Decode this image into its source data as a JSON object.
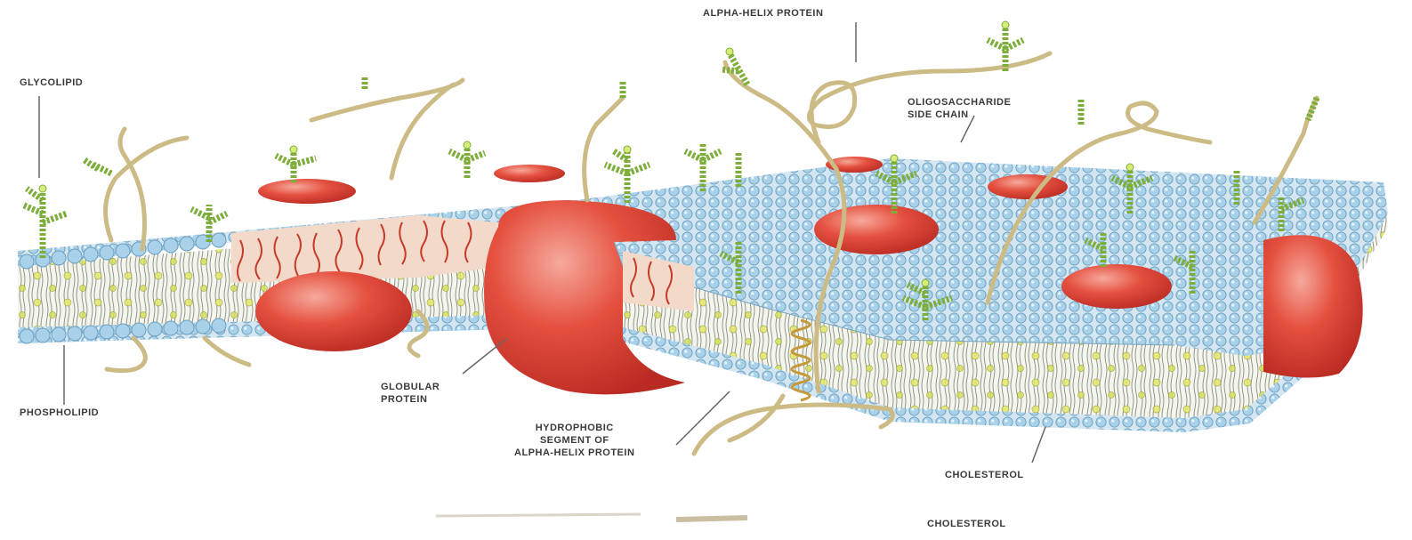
{
  "labels": {
    "glycolipid": "GLYCOLIPID",
    "phospholipid": "PHOSPHOLIPID",
    "alpha_helix_protein": "ALPHA-HELIX PROTEIN",
    "oligosaccharide_line1": "OLIGOSACCHARIDE",
    "oligosaccharide_line2": "SIDE CHAIN",
    "globular_line1": "GLOBULAR",
    "globular_line2": "PROTEIN",
    "hydrophobic_line1": "HYDROPHOBIC",
    "hydrophobic_line2": "SEGMENT OF",
    "hydrophobic_line3": "ALPHA-HELIX PROTEIN",
    "cholesterol": "CHOLESTEROL",
    "cholesterol_bottom": "CHOLESTEROL"
  },
  "colors": {
    "head_blue": "#a9d2ea",
    "protein_red": "#e0483a",
    "chain_yellow": "#b9cf55",
    "chain_green": "#7dae3a",
    "fiber_tan": "#d8c89a",
    "label_gray": "#3a3a3a"
  }
}
